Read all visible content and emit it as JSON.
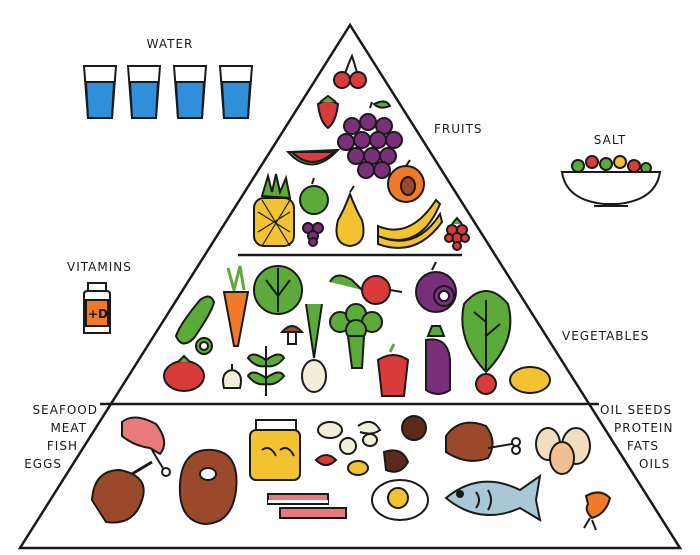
{
  "labels": {
    "water": "WATER",
    "fruits": "FRUITS",
    "salt": "SALT",
    "vitamins": "VITAMINS",
    "vitamin_bottle": "+D",
    "vegetables": "VEGETABLES",
    "protein_left": [
      "SEAFOOD",
      "MEAT",
      "FISH",
      "EGGS"
    ],
    "protein_right": [
      "OIL SEEDS",
      "PROTEIN",
      "FATS",
      "OILS"
    ]
  },
  "colors": {
    "outline": "#1a1a1a",
    "water": "#2f8fd8",
    "red": "#d93a3a",
    "green": "#5cab3a",
    "yellow": "#f2c230",
    "purple": "#7a2f7a",
    "orange": "#f07a28",
    "brown": "#9a4a2a"
  },
  "sections": [
    "fruits",
    "vegetables",
    "protein"
  ]
}
